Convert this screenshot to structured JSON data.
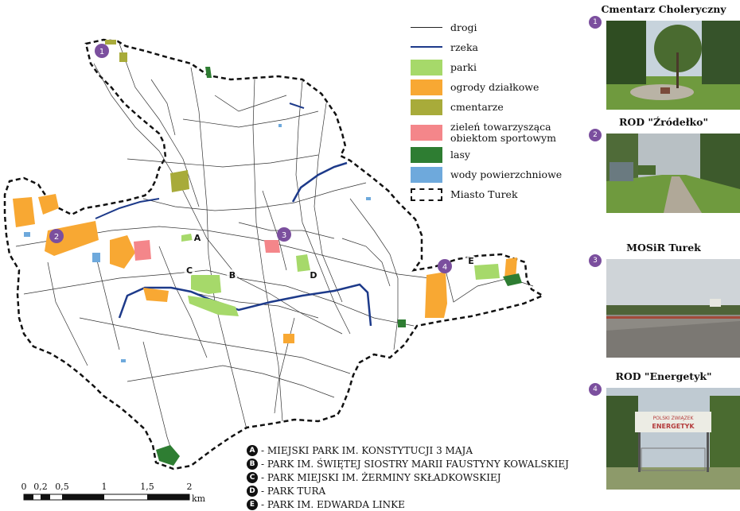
{
  "legend": {
    "items": [
      {
        "label": "drogi",
        "kind": "line",
        "color": "#222222"
      },
      {
        "label": "rzeka",
        "kind": "river",
        "color": "#1d3a8a"
      },
      {
        "label": "parki",
        "kind": "fill",
        "color": "#a6d96a"
      },
      {
        "label": "ogrody działkowe",
        "kind": "fill",
        "color": "#f8a833"
      },
      {
        "label": "cmentarze",
        "kind": "fill",
        "color": "#a8ab3a"
      },
      {
        "label": "zieleń towarzysząca\nobiektom sportowym",
        "kind": "fill",
        "color": "#f4868a"
      },
      {
        "label": "lasy",
        "kind": "fill",
        "color": "#2e7d32"
      },
      {
        "label": "wody powierzchniowe",
        "kind": "fill",
        "color": "#6ea9dc"
      },
      {
        "label": "Miasto Turek",
        "kind": "boundary",
        "color": "#111111"
      }
    ]
  },
  "photos": [
    {
      "num": "1",
      "title": "Cmentarz Choleryczny"
    },
    {
      "num": "2",
      "title": "ROD \"Źródełko\""
    },
    {
      "num": "3",
      "title": "MOSiR Turek"
    },
    {
      "num": "4",
      "title": "ROD \"Energetyk\""
    }
  ],
  "map": {
    "markers": [
      "1",
      "2",
      "3",
      "4"
    ],
    "park_letters": [
      "A",
      "B",
      "C",
      "D",
      "E"
    ]
  },
  "parks": [
    {
      "letter": "A",
      "text": "- MIEJSKI PARK IM. KONSTYTUCJI 3 MAJA"
    },
    {
      "letter": "B",
      "text": "- PARK IM. ŚWIĘTEJ SIOSTRY MARII FAUSTYNY KOWALSKIEJ"
    },
    {
      "letter": "C",
      "text": "- PARK MIEJSKI IM. ŻERMINY SKŁADKOWSKIEJ"
    },
    {
      "letter": "D",
      "text": "- PARK TURA"
    },
    {
      "letter": "E",
      "text": "- PARK IM. EDWARDA LINKE"
    }
  ],
  "scale": {
    "ticks": [
      "0",
      "0,2",
      "0,5",
      "1",
      "1,5",
      "2"
    ],
    "unit": "km"
  },
  "colors": {
    "marker": "#7b4f9e",
    "park": "#a6d96a",
    "allotment": "#f8a833",
    "cemetery": "#a8ab3a",
    "sport": "#f4868a",
    "forest": "#2e7d32",
    "water": "#6ea9dc",
    "river": "#1d3a8a"
  }
}
